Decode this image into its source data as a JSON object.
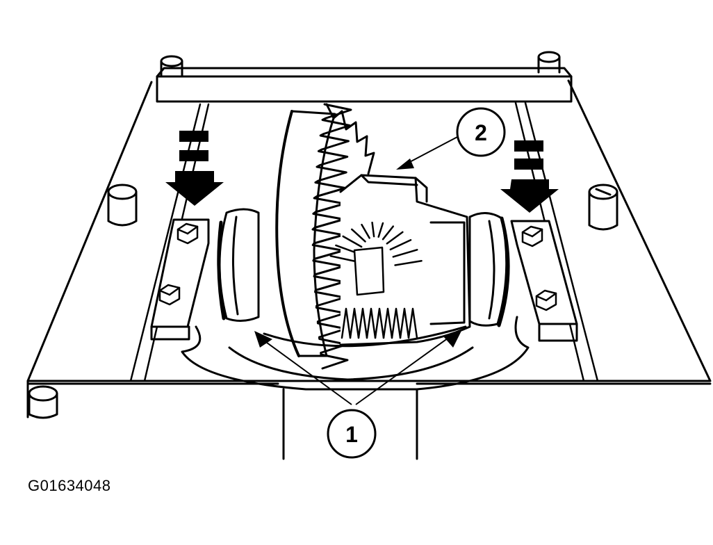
{
  "figure": {
    "id": "G01634048",
    "callouts": [
      {
        "number": "1"
      },
      {
        "number": "2"
      }
    ]
  },
  "colors": {
    "ink": "#000000",
    "paper": "#ffffff"
  }
}
